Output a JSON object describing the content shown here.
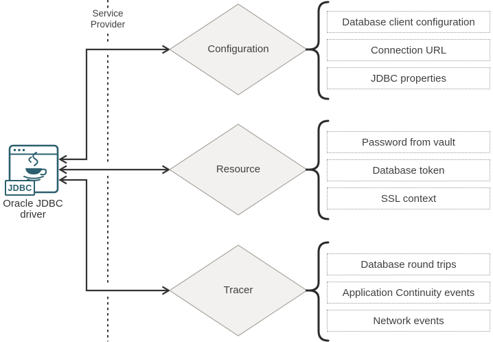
{
  "boundary": {
    "label": "Service Provider"
  },
  "driver": {
    "badge": "JDBC",
    "name_line1": "Oracle JDBC",
    "name_line2": "driver"
  },
  "groups": [
    {
      "diamond": "Configuration",
      "items": [
        "Database client configuration",
        "Connection URL",
        "JDBC properties"
      ]
    },
    {
      "diamond": "Resource",
      "items": [
        "Password from vault",
        "Database token",
        "SSL context"
      ]
    },
    {
      "diamond": "Tracer",
      "items": [
        "Database round trips",
        "Application Continuity events",
        "Network events"
      ]
    }
  ],
  "colors": {
    "icon_teal": "#2b5f6e",
    "arrow": "#333333",
    "brace": "#2b2b2b",
    "dashed_line": "#3b3b3b",
    "diamond_fill": "#f2f1ef",
    "diamond_border": "#aaa69f",
    "box_border": "#979590",
    "text": "#3f3f3f"
  }
}
